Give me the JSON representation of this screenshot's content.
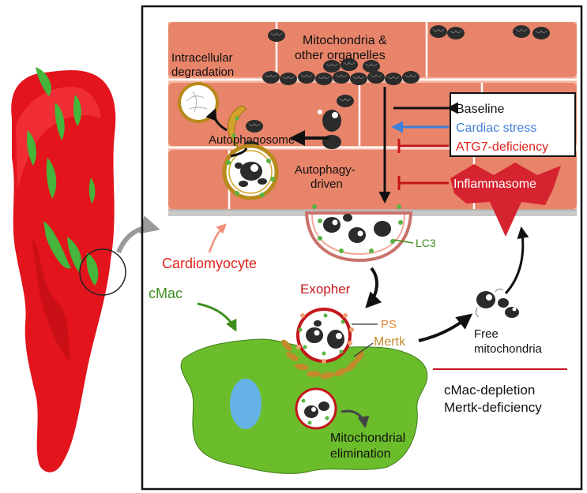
{
  "colors": {
    "muscle": "#e8846a",
    "muscle_light": "#f4b7a3",
    "muscle_line": "#ffffff",
    "mito": "#2b2b2b",
    "lc3": "#59b342",
    "cmac": "#6cbd2b",
    "nucleus": "#66b2e6",
    "exopher_ring": "#c4161c",
    "autophagosome_ring": "#b88a1a",
    "mertk": "#c28a2a",
    "stress_blue": "#3f7fd9",
    "red_text": "#e0231b",
    "green_text": "#3e8e1e",
    "inflammasome": "#d5232f",
    "tissue_red": "#e3141c",
    "tissue_green": "#45b63b"
  },
  "labels": {
    "mitochondria": [
      "Mitochondria &",
      "other organelles"
    ],
    "intracellular": [
      "Intracellular",
      "degradation"
    ],
    "autophagosome": "Autophagosome",
    "autophagy_driven": [
      "Autophagy-",
      "driven"
    ],
    "lc3": "LC3",
    "cardiomyocyte": "Cardiomyocyte",
    "cmac": "cMac",
    "exopher": "Exopher",
    "ps": "PS",
    "mertk": "Mertk",
    "free_mito": [
      "Free",
      "mitochondria"
    ],
    "cmac_depletion": "cMac-depletion",
    "mertk_deficiency": "Mertk-deficiency",
    "mito_elimination": [
      "Mitochondrial",
      "elimination"
    ],
    "inflammasome": "Inflammasome"
  },
  "legend": {
    "baseline": "Baseline",
    "cardiac_stress": "Cardiac stress",
    "atg7": "ATG7-deficiency"
  }
}
